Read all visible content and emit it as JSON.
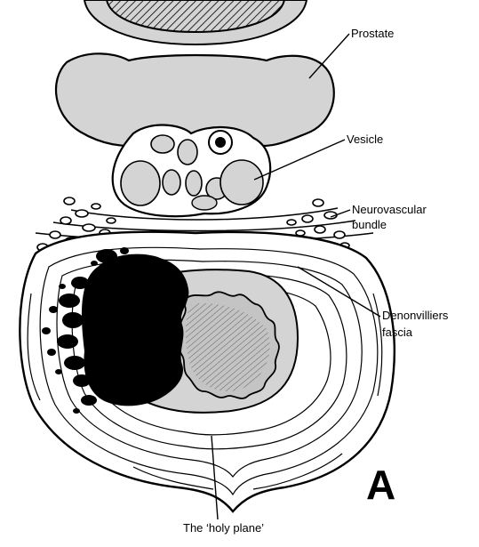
{
  "labels": {
    "prostate": "Prostate",
    "vesicle": "Vesicle",
    "neurovascular_line1": "Neurovascular",
    "neurovascular_line2": "bundle",
    "denonvilliers_line1": "Denonvilliers",
    "denonvilliers_line2": "fascia",
    "holy_plane": "The ‘holy plane’"
  },
  "panel_letter": "A",
  "colors": {
    "ink": "#000000",
    "tissue_gray": "#d4d4d4",
    "lumen_gray": "#c4c4c4",
    "background": "#ffffff"
  }
}
